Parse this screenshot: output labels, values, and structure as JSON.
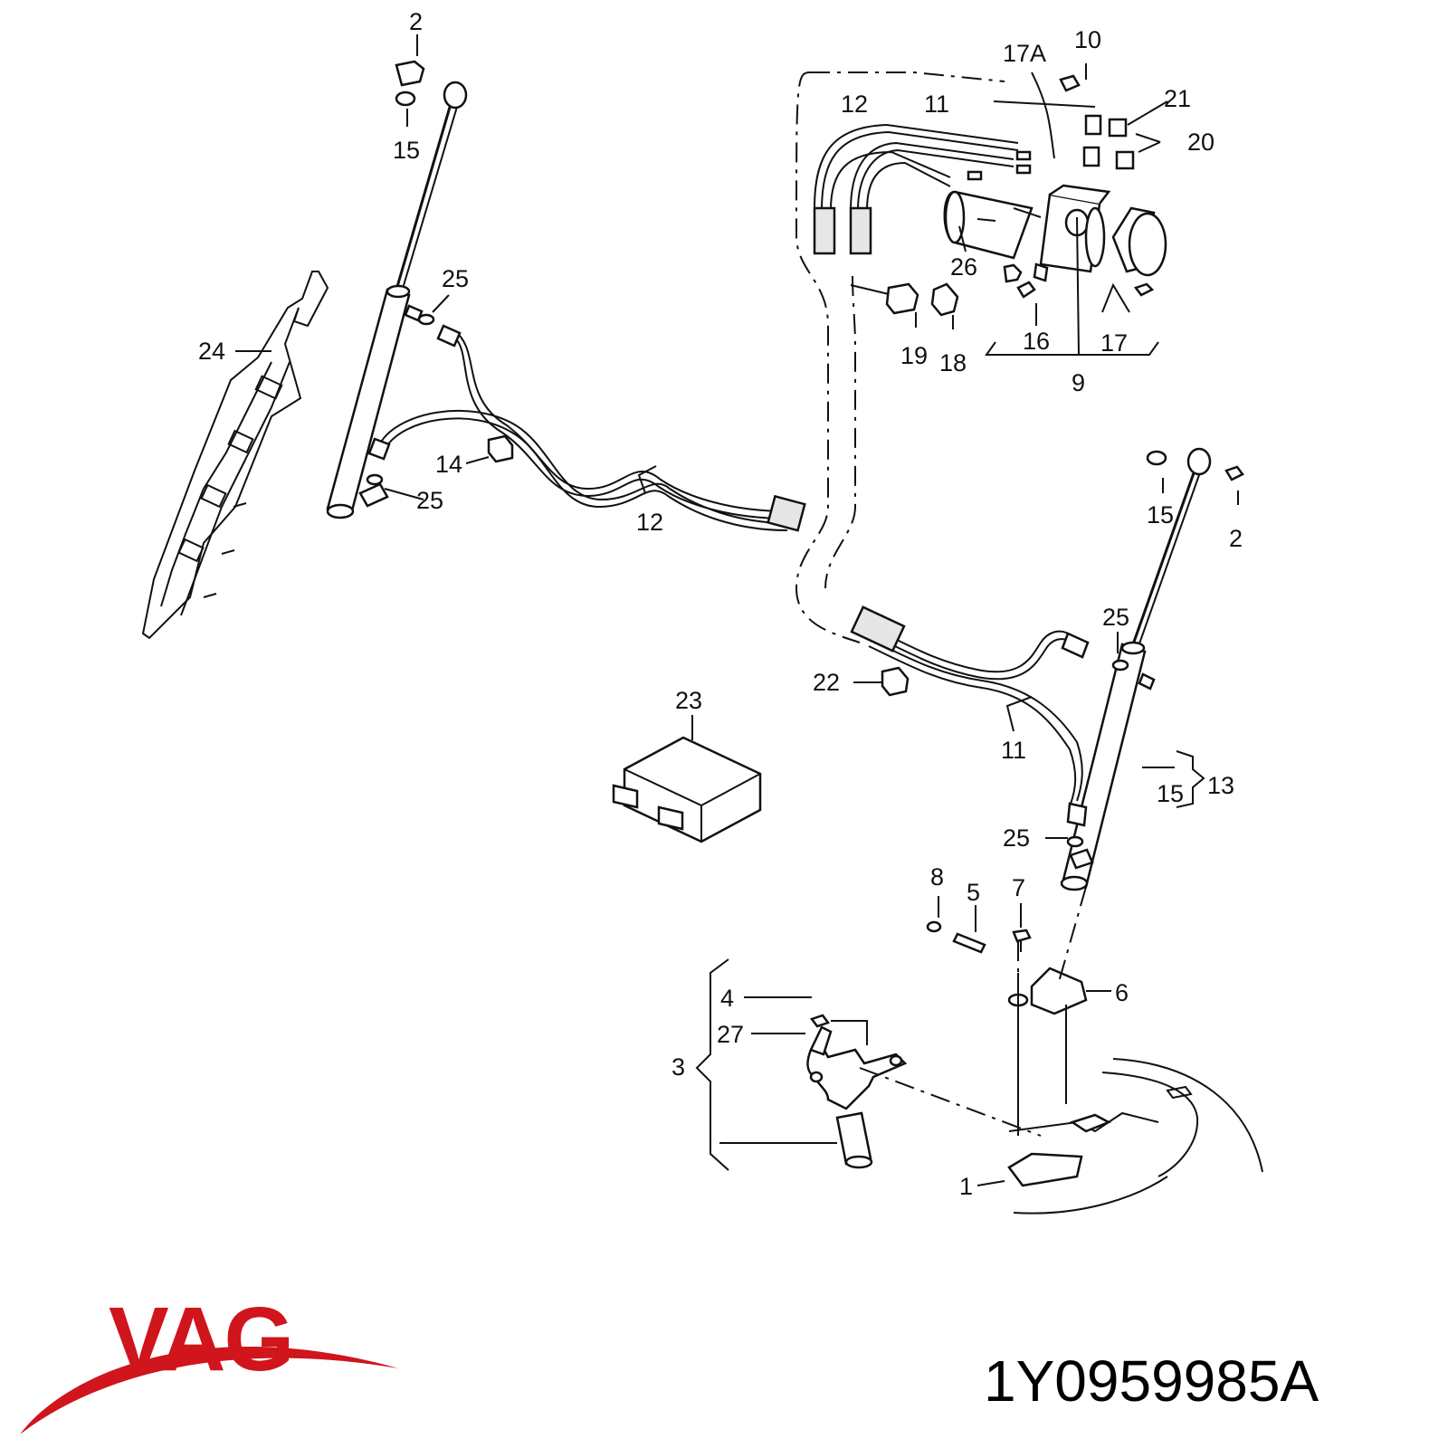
{
  "diagram": {
    "callouts": {
      "c2_top": "2",
      "c15_top": "15",
      "c25_a": "25",
      "c24": "24",
      "c25_b": "25",
      "c14": "14",
      "c12_bottom": "12",
      "c12_top": "12",
      "c11_top": "11",
      "c17a": "17A",
      "c10": "10",
      "c21": "21",
      "c20": "20",
      "c26": "26",
      "c19": "19",
      "c18": "18",
      "c16": "16",
      "c17": "17",
      "c9": "9",
      "c15_right": "15",
      "c2_right": "2",
      "c25_c": "25",
      "c22": "22",
      "c23": "23",
      "c11_bottom": "11",
      "c15_mid": "15",
      "c13": "13",
      "c25_d": "25",
      "c8": "8",
      "c5": "5",
      "c7": "7",
      "c4": "4",
      "c6": "6",
      "c27": "27",
      "c3": "3",
      "c1": "1"
    }
  },
  "footer": {
    "brand": "VAG",
    "part_number": "1Y0959985A",
    "brand_color": "#d0151c"
  }
}
